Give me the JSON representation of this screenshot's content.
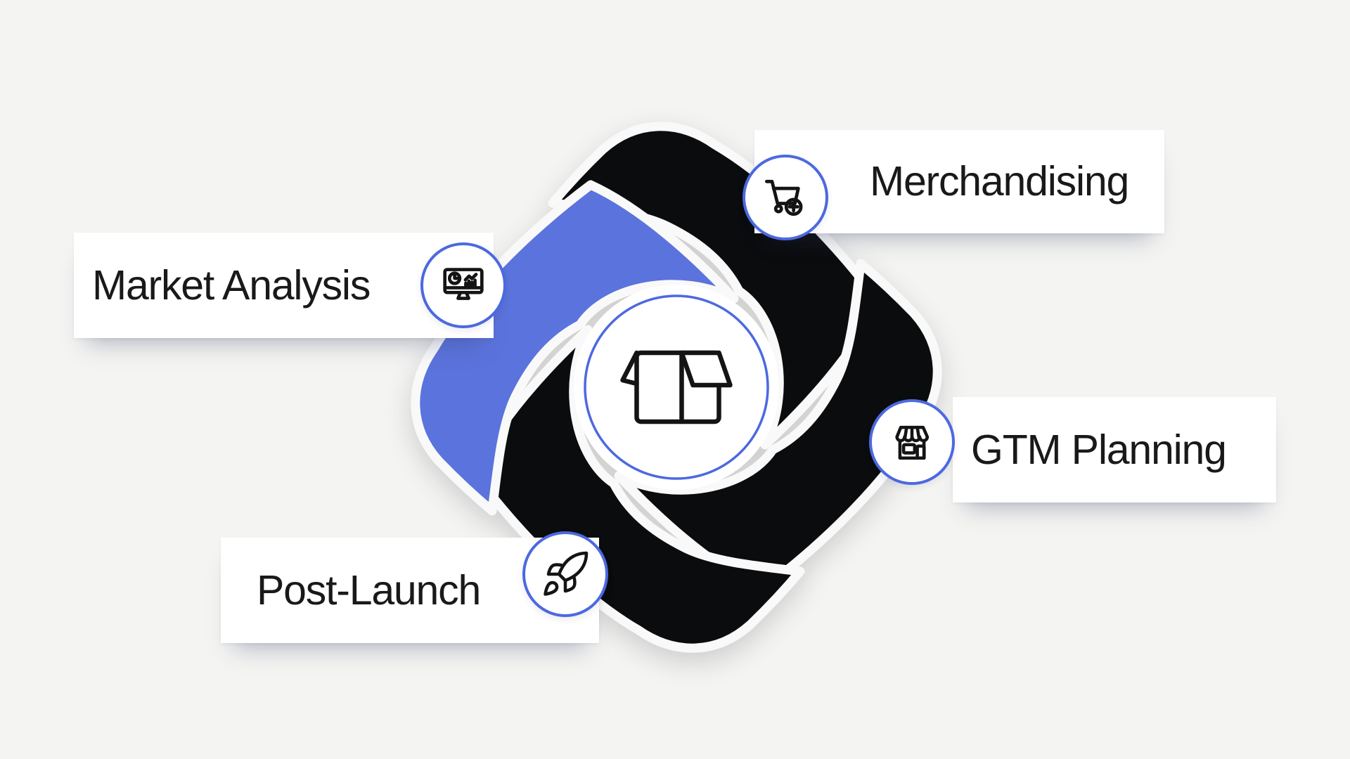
{
  "diagram": {
    "type": "loop-pinwheel",
    "blade_count": 4,
    "center_icon": "open-box-icon"
  },
  "colors": {
    "background": "#f4f4f2",
    "blade_black": "#0b0c0e",
    "blade_blue": "#5b73dc",
    "ring_blue": "#4c69e0",
    "channel_white": "#f9f9f9",
    "card_white": "#ffffff",
    "text": "#191919",
    "icon_stroke": "#141414"
  },
  "nodes": [
    {
      "label": "Merchandising",
      "icon": "cart-plus-icon"
    },
    {
      "label": "Market Analysis",
      "icon": "analytics-monitor-icon"
    },
    {
      "label": "GTM Planning",
      "icon": "storefront-icon"
    },
    {
      "label": "Post-Launch",
      "icon": "rocket-icon"
    }
  ]
}
